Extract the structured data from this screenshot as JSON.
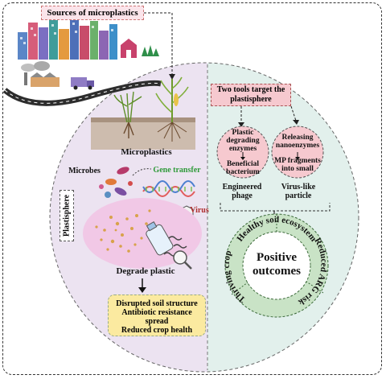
{
  "sources_title": "Sources of microplastics",
  "microplastics_label": "Microplastics",
  "microbes_label": "Microbes",
  "gene_transfer_label": "Gene transfer",
  "virus_label": "Virus",
  "plastisphere_label": "Plastisphere",
  "degrade_label": "Degrade plastic",
  "harm_lines": [
    "Disrupted soil structure",
    "Antibiotic resistance",
    "spread",
    "Reduced crop health"
  ],
  "tools_title": [
    "Two tools target the",
    "plastisphere"
  ],
  "enzyme_circle": [
    "Plastic",
    "degrading",
    "enzymes",
    "Beneficial",
    "bacterium"
  ],
  "nano_circle": [
    "Releasing",
    "nanoenzymes",
    "MP fragments",
    "into small"
  ],
  "phage_label": [
    "Engineered",
    "phage"
  ],
  "vlp_label": [
    "Virus-like",
    "particle"
  ],
  "positive_label": [
    "Positive",
    "outcomes"
  ],
  "ring_texts": [
    "Healthy soil ecosystem",
    "Reduced ARG risk",
    "Thriving crop"
  ],
  "colors": {
    "left_half": "#ece3f1",
    "right_half": "#e2f0ec",
    "ring": "#c9e3c6",
    "harm_box": "#fbeaa0",
    "tools_box": "#f6c9cf",
    "source_box": "#fbe4ea",
    "degrade_blob": "#f1c8e6",
    "gene_transfer_text": "#2f9a3a",
    "virus_text": "#b03030"
  }
}
